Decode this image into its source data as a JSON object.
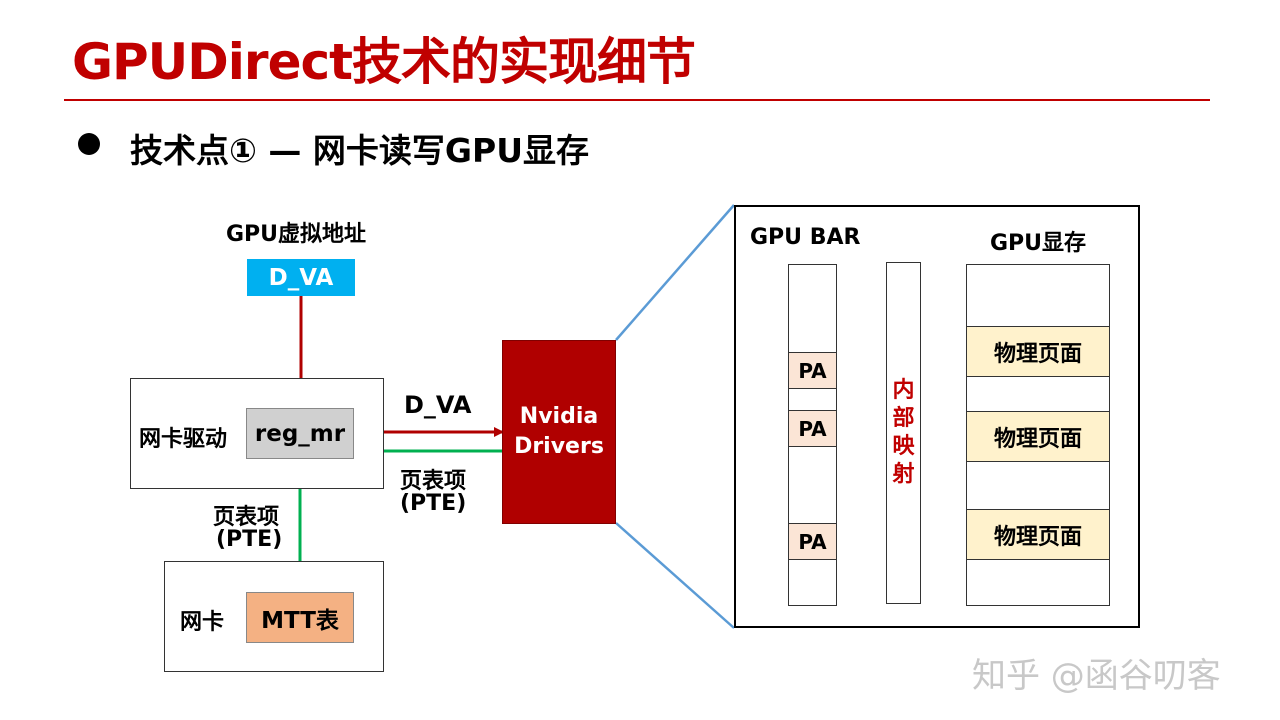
{
  "title": "GPUDirect技术的实现细节",
  "bullet": "技术点① — 网卡读写GPU显存",
  "left": {
    "gpu_va_label": "GPU虚拟地址",
    "dva_box": "D_VA",
    "nic_driver_label": "网卡驱动",
    "reg_mr_box": "reg_mr",
    "pte_label_line1": "页表项",
    "pte_label_line2": "(PTE)",
    "nic_label": "网卡",
    "mtt_box": "MTT表",
    "arrow_dva_label": "D_VA",
    "arrow_pte_line1": "页表项",
    "arrow_pte_line2": "(PTE)"
  },
  "nvidia_box": {
    "line1": "Nvidia",
    "line2": "Drivers"
  },
  "right": {
    "gpu_bar_label": "GPU BAR",
    "gpu_mem_label": "GPU显存",
    "pa_labels": [
      "PA",
      "PA",
      "PA"
    ],
    "mapping_chars": [
      "内",
      "部",
      "映",
      "射"
    ],
    "page_labels": [
      "物理页面",
      "物理页面",
      "物理页面"
    ]
  },
  "watermark": "知乎 @函谷叨客",
  "colors": {
    "title_red": "#c00000",
    "dark_red": "#b00000",
    "cyan": "#00b0f0",
    "gray_box": "#d0d0d0",
    "orange_box": "#f4b183",
    "pa_fill": "#fbe5d6",
    "page_fill": "#fff2cc",
    "green_arrow": "#00b050",
    "zoom_line": "#5b9bd5"
  }
}
